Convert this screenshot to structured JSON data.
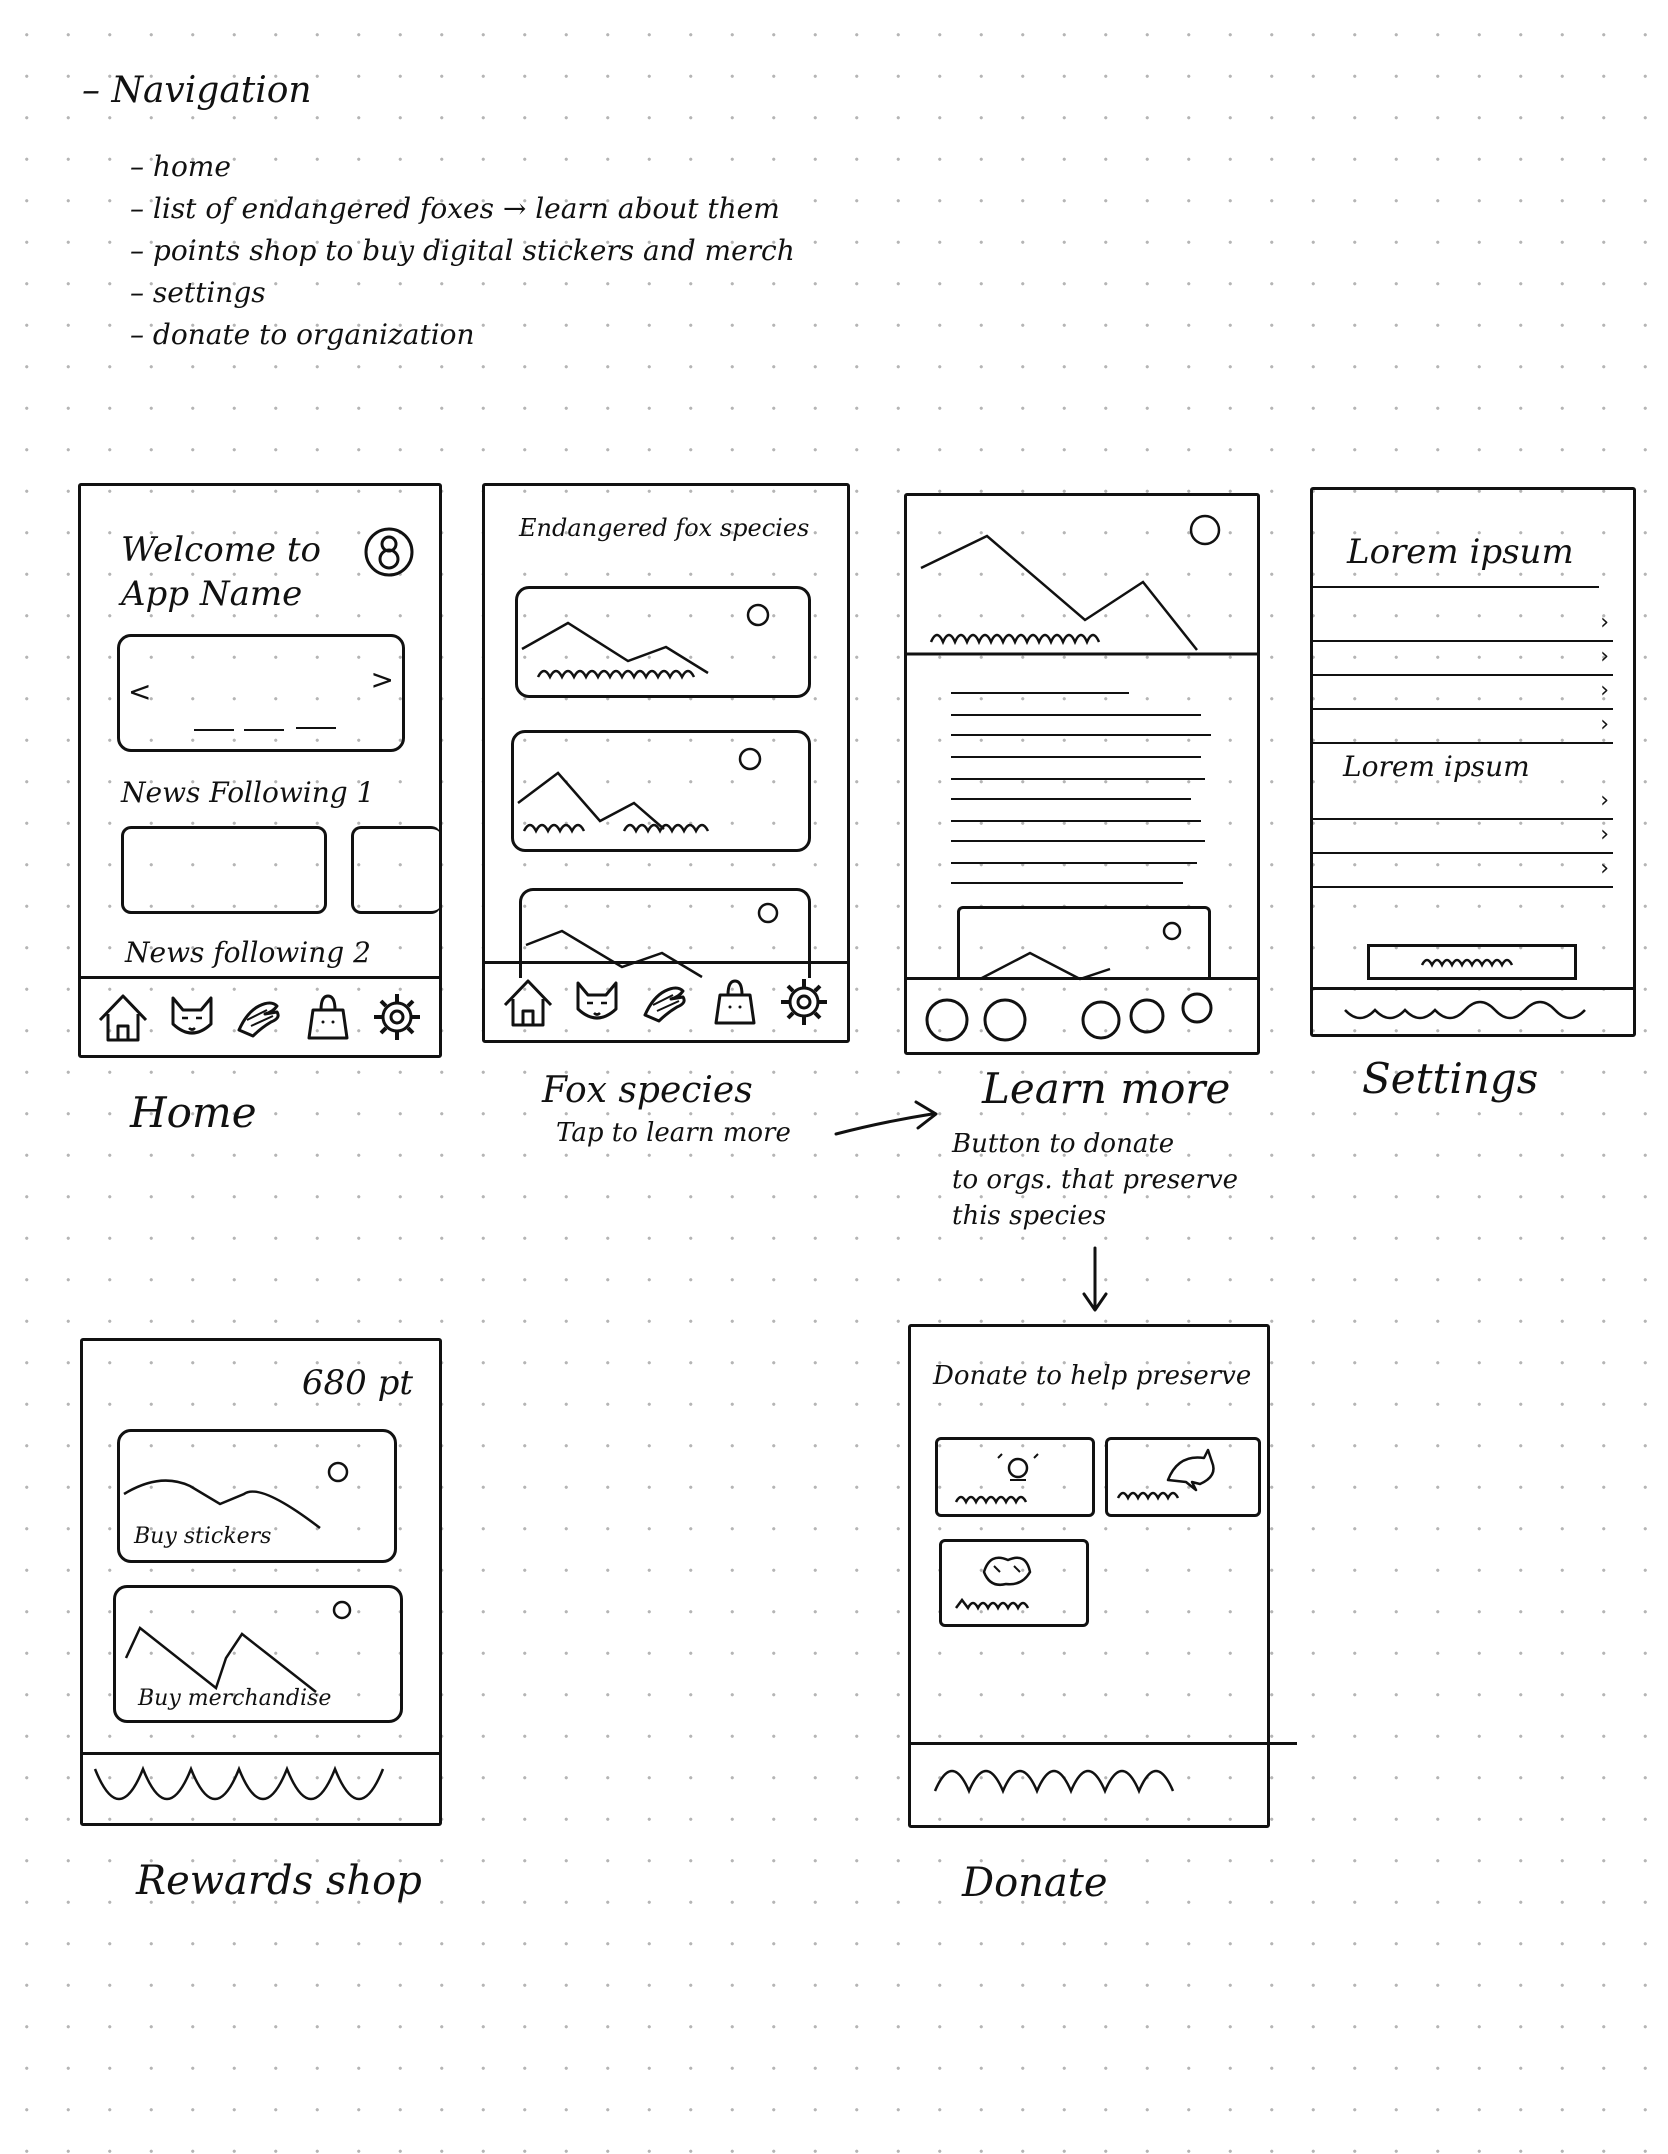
{
  "notes": {
    "heading": "Navigation",
    "items": [
      "home",
      "list of endangered foxes → learn about them",
      "points shop to buy digital stickers and merch",
      "settings",
      "donate to organization"
    ]
  },
  "home": {
    "welcome_line1": "Welcome to",
    "welcome_line2": "App Name",
    "carousel_left": "<",
    "carousel_right": ">",
    "news1": "News Following 1",
    "news2": "News following 2",
    "caption": "Home"
  },
  "fox_species": {
    "title": "Endangered fox species",
    "caption": "Fox species",
    "annotation": "Tap to learn more"
  },
  "learn_more": {
    "caption": "Learn more",
    "annotation": [
      "Button to donate",
      "to orgs. that preserve",
      "this species"
    ]
  },
  "settings": {
    "section1": "Lorem ipsum",
    "section2": "Lorem ipsum",
    "caption": "Settings"
  },
  "rewards": {
    "points": "680 pt",
    "card1": "Buy stickers",
    "card2": "Buy merchandise",
    "caption": "Rewards shop"
  },
  "donate": {
    "title": "Donate to help preserve",
    "caption": "Donate"
  },
  "icons": {
    "nav": [
      "home-icon",
      "fox-icon",
      "hands-icon",
      "shopping-bag-icon",
      "gear-icon"
    ],
    "profile": "profile-icon",
    "arrow": "right-arrow-icon"
  }
}
